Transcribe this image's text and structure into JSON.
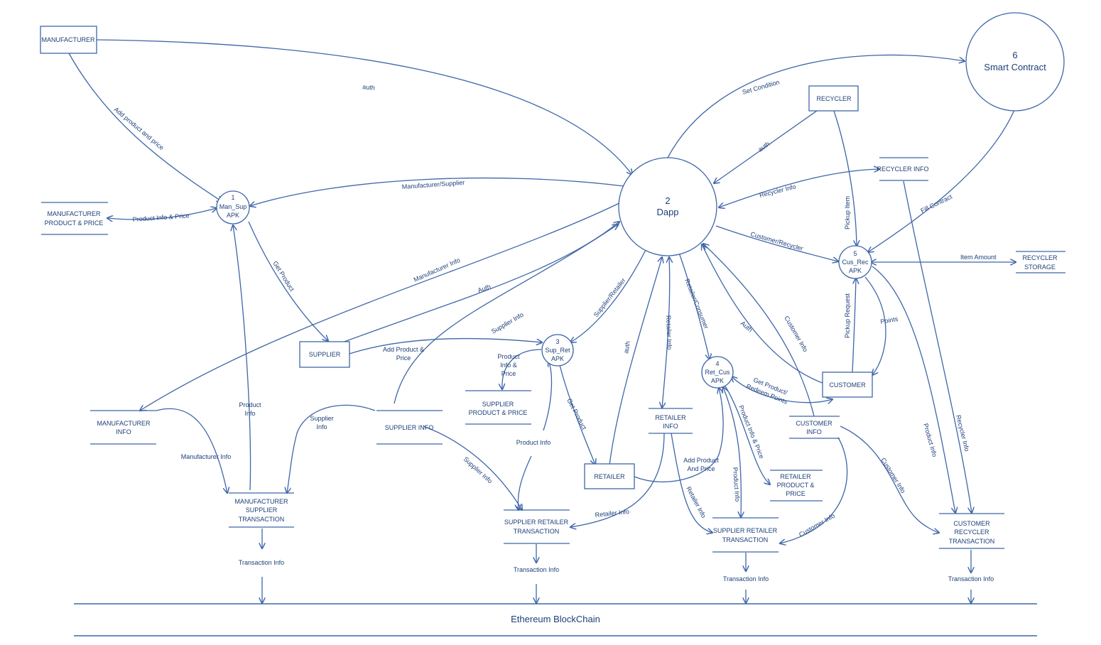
{
  "entities": {
    "manufacturer": "MANUFACTURER",
    "recycler": "RECYCLER",
    "supplier": "SUPPLIER",
    "retailer": "RETAILER",
    "customer": "CUSTOMER"
  },
  "processes": {
    "p1": {
      "num": "1",
      "line1": "Man_Sup",
      "line2": "APK"
    },
    "p2": {
      "num": "2",
      "line1": "Dapp"
    },
    "p3": {
      "num": "3",
      "line1": "Sup_Ret",
      "line2": "APK"
    },
    "p4": {
      "num": "4",
      "line1": "Ret_Cus",
      "line2": "APK"
    },
    "p5": {
      "num": "5",
      "line1": "Cus_Rec",
      "line2": "APK"
    },
    "p6": {
      "num": "6",
      "line1": "Smart Contract"
    }
  },
  "stores": {
    "mpp": [
      "MANUFACTURER",
      "PRODUCT & PRICE"
    ],
    "mi": [
      "MANUFACTURER",
      "INFO"
    ],
    "mst": [
      "MANUFACTURER",
      "SUPPLIER",
      "TRANSACTION"
    ],
    "si": [
      "SUPPLIER  INFO"
    ],
    "spp": [
      "SUPPLIER",
      "PRODUCT & PRICE"
    ],
    "srt1": [
      "SUPPLIER RETAILER",
      "TRANSACTION"
    ],
    "ri": [
      "RETAILER",
      "INFO"
    ],
    "rpp": [
      "RETAILER",
      "PRODUCT &",
      "PRICE"
    ],
    "srt2": [
      "SUPPLIER RETAILER",
      "TRANSACTION"
    ],
    "ci": [
      "CUSTOMER",
      "INFO"
    ],
    "crt": [
      "CUSTOMER",
      "RECYCLER",
      "TRANSACTION"
    ],
    "rci": [
      "RECYCLER INFO"
    ],
    "rs": [
      "RECYCLER",
      "STORAGE"
    ]
  },
  "flows": {
    "auth_top": "auth",
    "add_product_price": "Add product and price",
    "set_condition": "Set Condition",
    "auth_recycler": "auth",
    "manufacturer_supplier": "Manufacturer/Supplier",
    "product_info_price": "Product Info & Price",
    "recycler_info": "Recycler Info",
    "fill_contract": "Fill Contract",
    "pickup_item": "Pickup Item",
    "customer_recycler": "Customer/Recycler",
    "item_amount": "Item Amount",
    "get_product_1": "Get Product",
    "manufacturer_info_dapp": "Manufacturer Info",
    "auth_supplier": "Auth",
    "supplier_info_dapp": "Supplier Info",
    "supplier_retailer": "Supplier/Retailer",
    "retailer_info_dapp": "Retailer Info",
    "retailer_consumer": "Retailer/Consumer",
    "auth_customer": "Auth",
    "customer_info_dapp": "Customer Info",
    "pickup_request": "Pickup Request",
    "points": "Points",
    "add_product_price_sup": [
      "Add Product &",
      "Price"
    ],
    "product_info_price_3": [
      "Product",
      "Info &",
      "Price"
    ],
    "get_product_3": "Get Product",
    "auth_retailer": "auth",
    "get_product_redeem": [
      "Get Product/",
      "Redeem Points"
    ],
    "product_info_price_4": "Product Info & Price",
    "product_info_mst": [
      "Product",
      "Info"
    ],
    "manufacturer_info_mst": "Manufacturer Info",
    "supplier_info_mst": [
      "Supplier",
      "Info"
    ],
    "supplier_info_srt": "Supplier Info",
    "product_info_srt": "Product Info",
    "retailer_info_srt": "Retailer  Info",
    "add_product_retailer": [
      "Add Product",
      "And Price"
    ],
    "retailer_info_srt2": "Retailer Info",
    "product_info_srt2": "Product Info",
    "customer_info_srt2": "Customer Info",
    "customer_info_crt": "Customer Info",
    "product_info_crt": "Product Info",
    "recycler_info_crt": "Recycler Info",
    "tx1": "Transaction  Info",
    "tx2": "Transaction  Info",
    "tx3": "Transaction  Info",
    "tx4": "Transaction  Info"
  },
  "blockchain": "Ethereum BlockChain",
  "colors": {
    "line": "#3f66a8",
    "text": "#1d3f78",
    "background": "#ffffff"
  }
}
